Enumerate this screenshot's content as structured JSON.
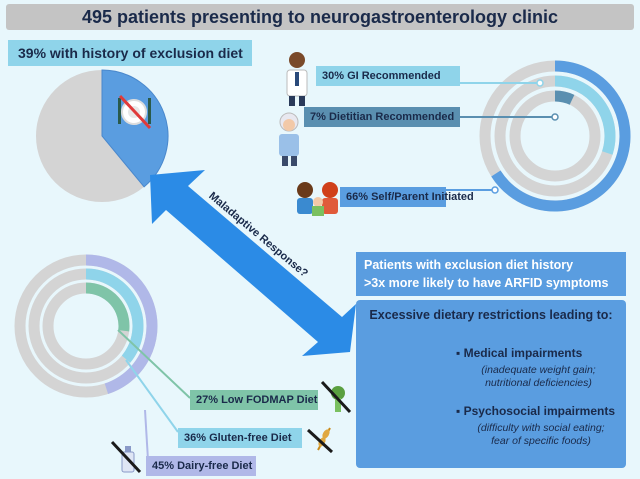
{
  "title": "495 patients presenting to neurogastroenterology clinic",
  "exclusion_history": {
    "label": "39% with history of exclusion diet",
    "percent": 39
  },
  "recommenders": [
    {
      "label": "30% GI Recommended",
      "percent": 30,
      "icon": "doctor-icon",
      "color": "#8fd4ea"
    },
    {
      "label": "7% Dietitian Recommended",
      "percent": 7,
      "icon": "dietitian-icon",
      "color": "#5a8fb0"
    },
    {
      "label": "66% Self/Parent Initiated",
      "percent": 66,
      "icon": "family-icon",
      "color": "#5a9de0"
    }
  ],
  "arrow_label": "Maladaptive Response?",
  "arfid": {
    "line1": "Patients with exclusion diet history",
    "line2": ">3x more likely to have ARFID symptoms"
  },
  "restrictions": {
    "title": "Excessive dietary restrictions leading to:",
    "items": [
      {
        "head": "Medical impairments",
        "sub1": "(inadequate weight gain;",
        "sub2": "nutritional deficiencies)",
        "icon": "scale-icon"
      },
      {
        "head": "Psychosocial impairments",
        "sub1": "(difficulty with social eating;",
        "sub2": "fear of specific foods)",
        "icon": "no-taco-icon"
      }
    ]
  },
  "diets": [
    {
      "label": "27% Low FODMAP Diet",
      "percent": 27,
      "color": "#7fc4a8",
      "icon": "no-vegetable-icon"
    },
    {
      "label": "36% Gluten-free Diet",
      "percent": 36,
      "color": "#8fd4ea",
      "icon": "no-wheat-icon"
    },
    {
      "label": "45% Dairy-free Diet",
      "percent": 45,
      "color": "#b0b8e8",
      "icon": "no-milk-icon"
    }
  ],
  "colors": {
    "accent_blue": "#5a9de0",
    "track_gray": "#d4d4d4",
    "background": "#e8f7fc"
  }
}
